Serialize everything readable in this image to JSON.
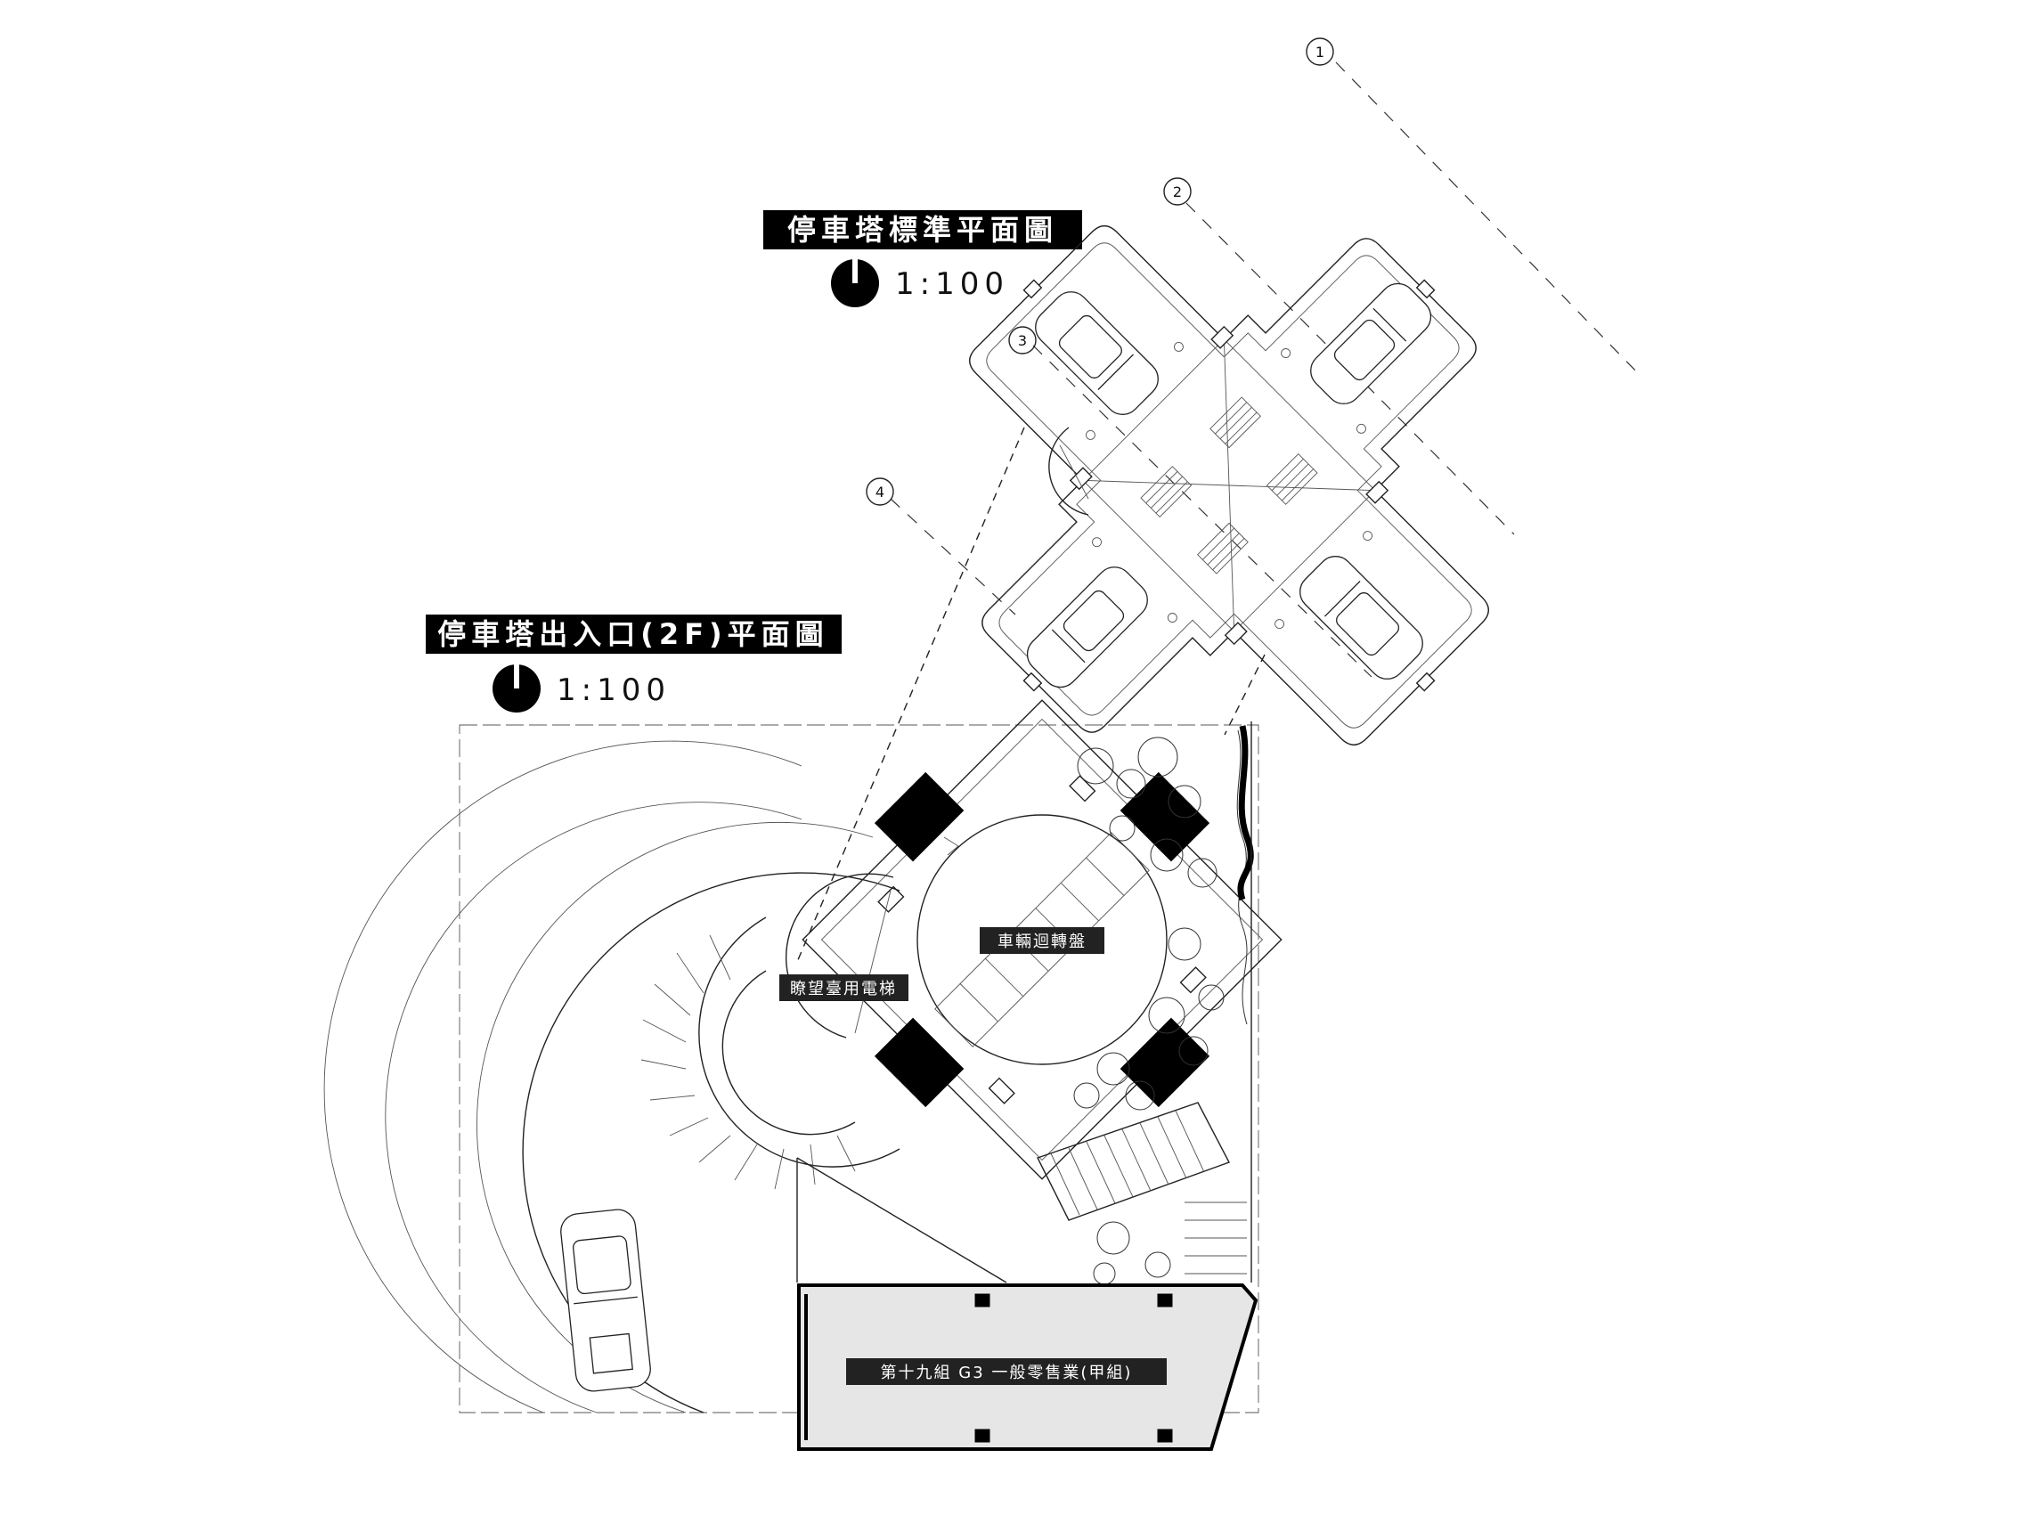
{
  "titles": {
    "tower_standard_plan": "停車塔標準平面圖",
    "tower_entrance_plan": "停車塔出入口(2F)平面圖"
  },
  "scales": {
    "tower_standard_plan": "1:100",
    "tower_entrance_plan": "1:100"
  },
  "grid_axes": [
    "1",
    "2",
    "3",
    "4"
  ],
  "room_labels": {
    "turntable": "車輛迴轉盤",
    "elevator": "瞭望臺用電梯",
    "retail": "第十九組 G3 一般零售業(甲組)"
  },
  "colors": {
    "ink": "#000000",
    "retail_fill": "#e6e6e6",
    "label_bg": "#222222"
  }
}
